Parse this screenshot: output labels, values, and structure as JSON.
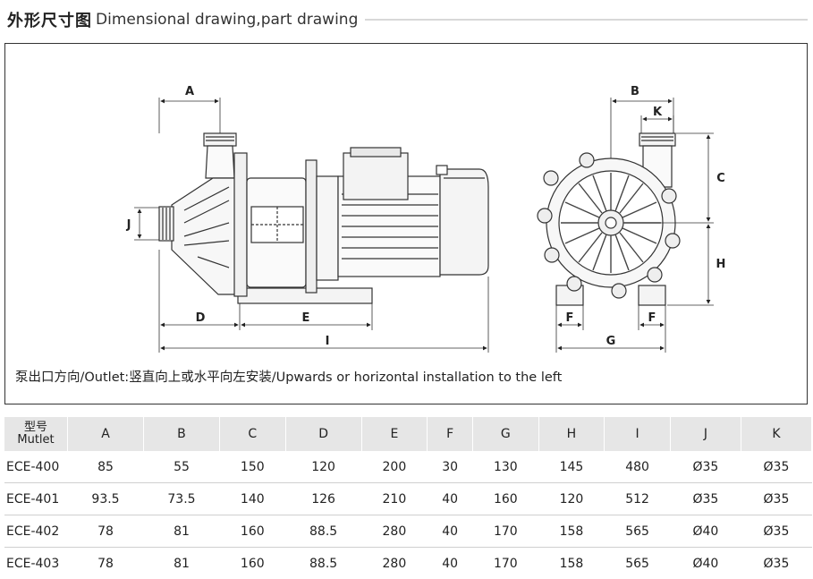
{
  "header": {
    "title_cn": "外形尺寸图",
    "title_en": "Dimensional drawing,part drawing"
  },
  "drawing": {
    "note": "泵出口方向/Outlet:竖直向上或水平向左安装/Upwards or horizontal installation to the left",
    "labels": {
      "a": "A",
      "b": "B",
      "c": "C",
      "d": "D",
      "e": "E",
      "f1": "F",
      "f2": "F",
      "g": "G",
      "h": "H",
      "i": "I",
      "j": "J",
      "k": "K"
    }
  },
  "table": {
    "header_model_cn": "型号",
    "header_model_en": "Mutlet",
    "columns": [
      "A",
      "B",
      "C",
      "D",
      "E",
      "F",
      "G",
      "H",
      "I",
      "J",
      "K"
    ],
    "rows": [
      {
        "model": "ECE-400",
        "values": [
          "85",
          "55",
          "150",
          "120",
          "200",
          "30",
          "130",
          "145",
          "480",
          "Ø35",
          "Ø35"
        ]
      },
      {
        "model": "ECE-401",
        "values": [
          "93.5",
          "73.5",
          "140",
          "126",
          "210",
          "40",
          "160",
          "120",
          "512",
          "Ø35",
          "Ø35"
        ]
      },
      {
        "model": "ECE-402",
        "values": [
          "78",
          "81",
          "160",
          "88.5",
          "280",
          "40",
          "170",
          "158",
          "565",
          "Ø40",
          "Ø35"
        ]
      },
      {
        "model": "ECE-403",
        "values": [
          "78",
          "81",
          "160",
          "88.5",
          "280",
          "40",
          "170",
          "158",
          "565",
          "Ø40",
          "Ø35"
        ]
      }
    ]
  }
}
